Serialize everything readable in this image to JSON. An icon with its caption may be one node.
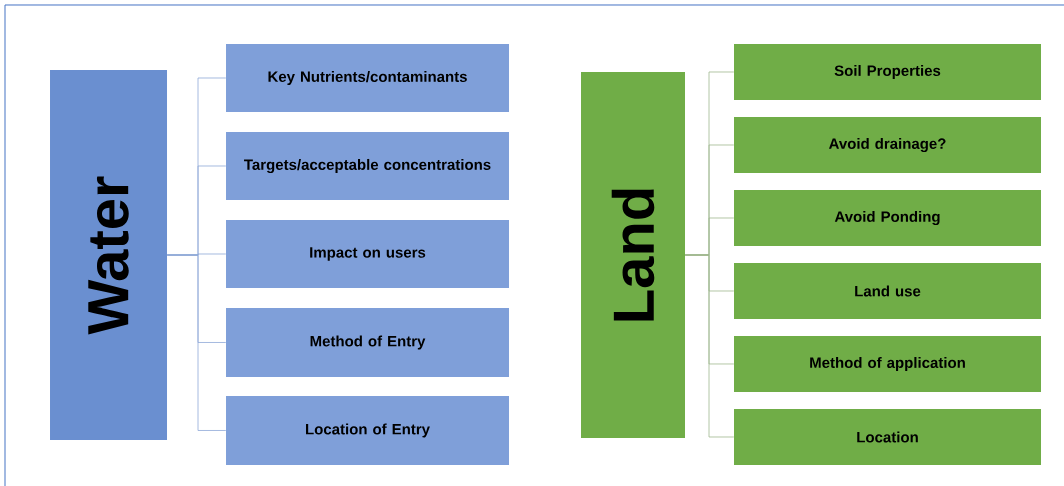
{
  "diagram": {
    "nodes": [
      {
        "text": [
          "Water"
        ]
      },
      {
        "text": [
          "Key Nutrients/contaminants"
        ]
      },
      {
        "text": [
          "Targets/acceptable concentrations"
        ]
      },
      {
        "text": [
          "Impact on users"
        ]
      },
      {
        "text": [
          "Method of Entry"
        ]
      },
      {
        "text": [
          "Location of Entry"
        ]
      },
      {
        "text": [
          "Land"
        ]
      },
      {
        "text": [
          "Soil Properties"
        ]
      },
      {
        "text": [
          "Avoid drainage?"
        ]
      },
      {
        "text": [
          "Avoid Ponding"
        ]
      },
      {
        "text": [
          "Land use"
        ]
      },
      {
        "text": [
          "Method of application"
        ]
      },
      {
        "text": [
          "Location"
        ]
      }
    ],
    "edges": [
      {
        "from": 0,
        "to": 1,
        "arrow": "none",
        "color": "#8fa8d8"
      },
      {
        "from": 0,
        "to": 2,
        "arrow": "none",
        "color": "#8fa8d8"
      },
      {
        "from": 0,
        "to": 3,
        "arrow": "none",
        "color": "#8fa8d8"
      },
      {
        "from": 0,
        "to": 4,
        "arrow": "none",
        "color": "#8fa8d8"
      },
      {
        "from": 0,
        "to": 5,
        "arrow": "none",
        "color": "#8fa8d8"
      },
      {
        "from": 6,
        "to": 7,
        "arrow": "none",
        "color": "#9fb88f"
      },
      {
        "from": 6,
        "to": 8,
        "arrow": "none",
        "color": "#9fb88f"
      },
      {
        "from": 6,
        "to": 9,
        "arrow": "none",
        "color": "#9fb88f"
      },
      {
        "from": 6,
        "to": 10,
        "arrow": "none",
        "color": "#9fb88f"
      },
      {
        "from": 6,
        "to": 11,
        "arrow": "none",
        "color": "#9fb88f"
      },
      {
        "from": 6,
        "to": 12,
        "arrow": "none",
        "color": "#9fb88f"
      }
    ]
  }
}
